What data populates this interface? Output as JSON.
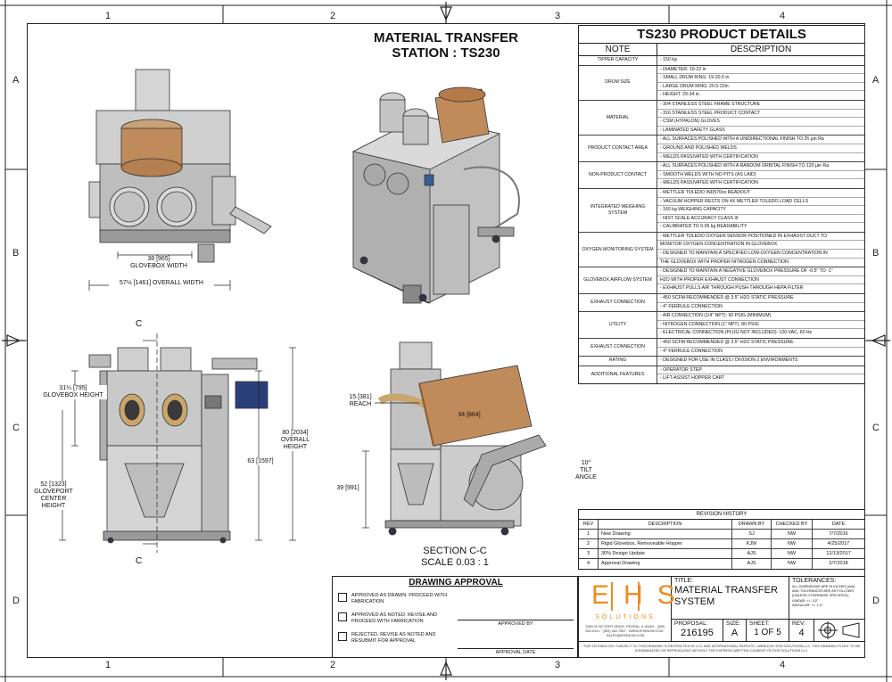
{
  "zones": {
    "top": [
      "1",
      "2",
      "3",
      "4"
    ],
    "side": [
      "A",
      "B",
      "C",
      "D"
    ]
  },
  "drawing_title": {
    "line1": "MATERIAL TRANSFER",
    "line2": "STATION : TS230"
  },
  "product_details": {
    "title": "TS230 PRODUCT DETAILS",
    "note_header": "NOTE",
    "desc_header": "DESCRIPTION",
    "rows": [
      {
        "note": "TIPPER CAPACITY",
        "lines": [
          "- 150 kg"
        ]
      },
      {
        "note": "DRUM SIZE",
        "lines": [
          "- DIAMETER: 19-22 in",
          "    - SMALL DRUM RING: 19-20.5 in",
          "    - LARGE DRUM RING: 20.5-22in",
          "- HEIGHT: 29-34 in"
        ]
      },
      {
        "note": "MATERIAL",
        "lines": [
          "- 304 STAINLESS STEEL FRAME STRUCTURE",
          "- 316 STAINLESS STEEL PRODUCT CONTACT",
          "- CSM (HYPALON) GLOVES",
          "- LAMINATED SAFETY GLASS"
        ]
      },
      {
        "note": "PRODUCT CONTACT AREA",
        "lines": [
          "- ALL SURFACES POLISHED WITH A UNIDIRECTIONAL FINISH TO 25 µin Ra",
          "- GROUND AND POLISHED WELDS",
          "- WELDS PASSIVATED WITH CERTIFICATION"
        ]
      },
      {
        "note": "NON-PRODUCT CONTACT",
        "lines": [
          "- ALL SURFACES POLISHED WITH A RANDOM ORBITAL FINISH TO 120 µin Ra",
          "- SMOOTH WELDS WITH NO PITS (AS LAID)",
          "- WELDS PASSIVATED WITH CERTIFICATION"
        ]
      },
      {
        "note": "INTEGRATED WEIGHING SYSTEM",
        "lines": [
          "- METTLER TOLEDO IND570xx READOUT",
          "- VACUUM HOPPER RESTS ON 4X METTLER TOLEDO LOAD CELLS",
          "- 160 kg WEIGHING CAPACITY",
          "- NIST SCALE ACCURACY CLASS III",
          "- CALIBRATED TO 0.05 kg READABILITY"
        ]
      },
      {
        "note": "OXYGEN MONITORING SYSTEM",
        "lines": [
          "- METTLER TOLEDO OXYGEN SENSOR POSITIONED IN EXHAUST DUCT TO",
          "MONITOR OXYGEN CONCENTRATION IN GLOVEBOX",
          "- DESIGNED TO MAINTAIN A SPECIFIED LOW-OXYGEN CONCENTRATION IN",
          "THE GLOVEBOX WITH PROPER NITROGEN CONNECTION"
        ]
      },
      {
        "note": "GLOVEBOX AIRFLOW SYSTEM",
        "lines": [
          "- DESIGNED TO MAINTAIN A NEGATIVE GLOVEBOX PRESSURE OF -0.5\" TO -1\"",
          "H2O WITH PROPER EXHAUST CONNECTION",
          "- EXHAUST PULLS AIR THROUGH PUSH-THROUGH HEPA FILTER"
        ]
      },
      {
        "note": "EXHAUST CONNECTION",
        "lines": [
          "- 450 SCFM RECOMMENDED @ 3.5\" H2O STATIC PRESSURE",
          "- 4\" FERRULE CONNECTION"
        ]
      },
      {
        "note": "UTILITY",
        "lines": [
          "- AIR CONNECTION (1/4\" NPT): 90 PSIG (MINIMUM)",
          "- NITROGEN CONNECTION (1\" NPT): 80 PSIG",
          "- ELECTRICAL CONNECTION (PLUG NOT INCLUDED): 120 VAC, 60 Hz"
        ]
      },
      {
        "note": "EXHAUST CONNECTION",
        "lines": [
          "- 450 SCFM RECOMMENDED @ 3.5\" H2O STATIC PRESSURE",
          "- 4\" FERRULE CONNECTION"
        ]
      },
      {
        "note": "RATING",
        "lines": [
          "- DESIGNED FOR USE IN CLASS I DIVISION 2 ENVIRONMENTS"
        ]
      },
      {
        "note": "ADDITIONAL FEATURES",
        "lines": [
          "- OPERATOR STEP",
          "- LIFT-ASSIST HOPPER CART"
        ]
      }
    ]
  },
  "dimensions": {
    "glovebox_width": "38 [965]",
    "glovebox_width_label": "GLOVEBOX WIDTH",
    "overall_width": "57½ [1461] OVERALL WIDTH",
    "glovebox_height": "31¼ [795]",
    "glovebox_height_label": "GLOVEBOX HEIGHT",
    "gloveport": "52 [1323]",
    "gloveport_label1": "GLOVEPORT",
    "gloveport_label2": "CENTER",
    "gloveport_label3": "HEIGHT",
    "height_63": "63 [1597]",
    "overall_height": "80 [2034]",
    "overall_height_label1": "OVERALL",
    "overall_height_label2": "HEIGHT",
    "reach": "15 [381]",
    "reach_label": "REACH",
    "drum": "34 [864]",
    "tilt": "10°",
    "tilt_label1": "TILT",
    "tilt_label2": "ANGLE",
    "height_39": "39 [991]",
    "section_cut": "C"
  },
  "section": {
    "line1": "SECTION C-C",
    "line2": "SCALE 0.03 : 1"
  },
  "revision_history": {
    "title": "REVISION HISTORY",
    "headers": [
      "REV",
      "DESCRIPTION",
      "DRAWN BY",
      "CHECKED BY",
      "DATE"
    ],
    "rows": [
      [
        "1",
        "New Drawing",
        "SJ",
        "NW",
        "7/7/2016"
      ],
      [
        "2",
        "Rigid Glovebox, Removeable Hopper",
        "KJW",
        "NW",
        "4/25/2017"
      ],
      [
        "3",
        "30% Design Update",
        "AJS",
        "NW",
        "12/13/2017"
      ],
      [
        "4",
        "Approval Drawing",
        "AJS",
        "NW",
        "2/7/2018"
      ]
    ]
  },
  "approval": {
    "title": "DRAWING APPROVAL",
    "options": [
      "APPROVED AS DRAWN. PROCEED WITH FABRICATION",
      "APPROVED AS NOTED. REVISE AND PROCEED WITH FABRICATION",
      "REJECTED. REVISE AS NOTED AND RESUBMIT FOR APPROVAL"
    ],
    "approved_by": "APPROVED BY",
    "approval_date": "APPROVAL DATE"
  },
  "title_block": {
    "logo_letters": [
      "E",
      "H",
      "S"
    ],
    "logo_sub": "SOLUTIONS",
    "logo_address": "3300 W VICTORY DRIVE, PEORIA, IL 61604 · (309) 263-5121 · (309) 462-7657 · WWW.EHSNOW.COM · SALES@EHSNOW.COM",
    "title_label": "TITLE:",
    "title_value": "MATERIAL TRANSFER SYSTEM",
    "tolerances_label": "TOLERANCES:",
    "tolerances_text": "ALL DIMENSIONS ARE IN INCHES [mm] AND TOLERANCES ARE AS FOLLOWS (UNLESS OTHERWISE SPECIFIED):",
    "tol_linear": "LINEAR: +/- 1/2\"",
    "tol_angular": "ANGULAR: +/- 1.0°",
    "proposal_label": "PROPOSAL:",
    "proposal_value": "216195",
    "size_label": "SIZE:",
    "size_value": "A",
    "sheet_label": "SHEET:",
    "sheet_value": "1 OF 5",
    "rev_label": "REV:",
    "rev_value": "4",
    "footer": "THIS TECHNOLOGY SUBJECT TO THIS DRAWING IS RESTRICTED BY U.S. AND INTERNATIONAL PATENTS, OWNED BY EHS SOLUTIONS LLC. THIS DRAWING IS NOT TO BE DISSEMINATED OR REPRODUCED WITHOUT THE EXPRESS WRITTEN CONSENT OF EHS SOLUTIONS LLC."
  }
}
